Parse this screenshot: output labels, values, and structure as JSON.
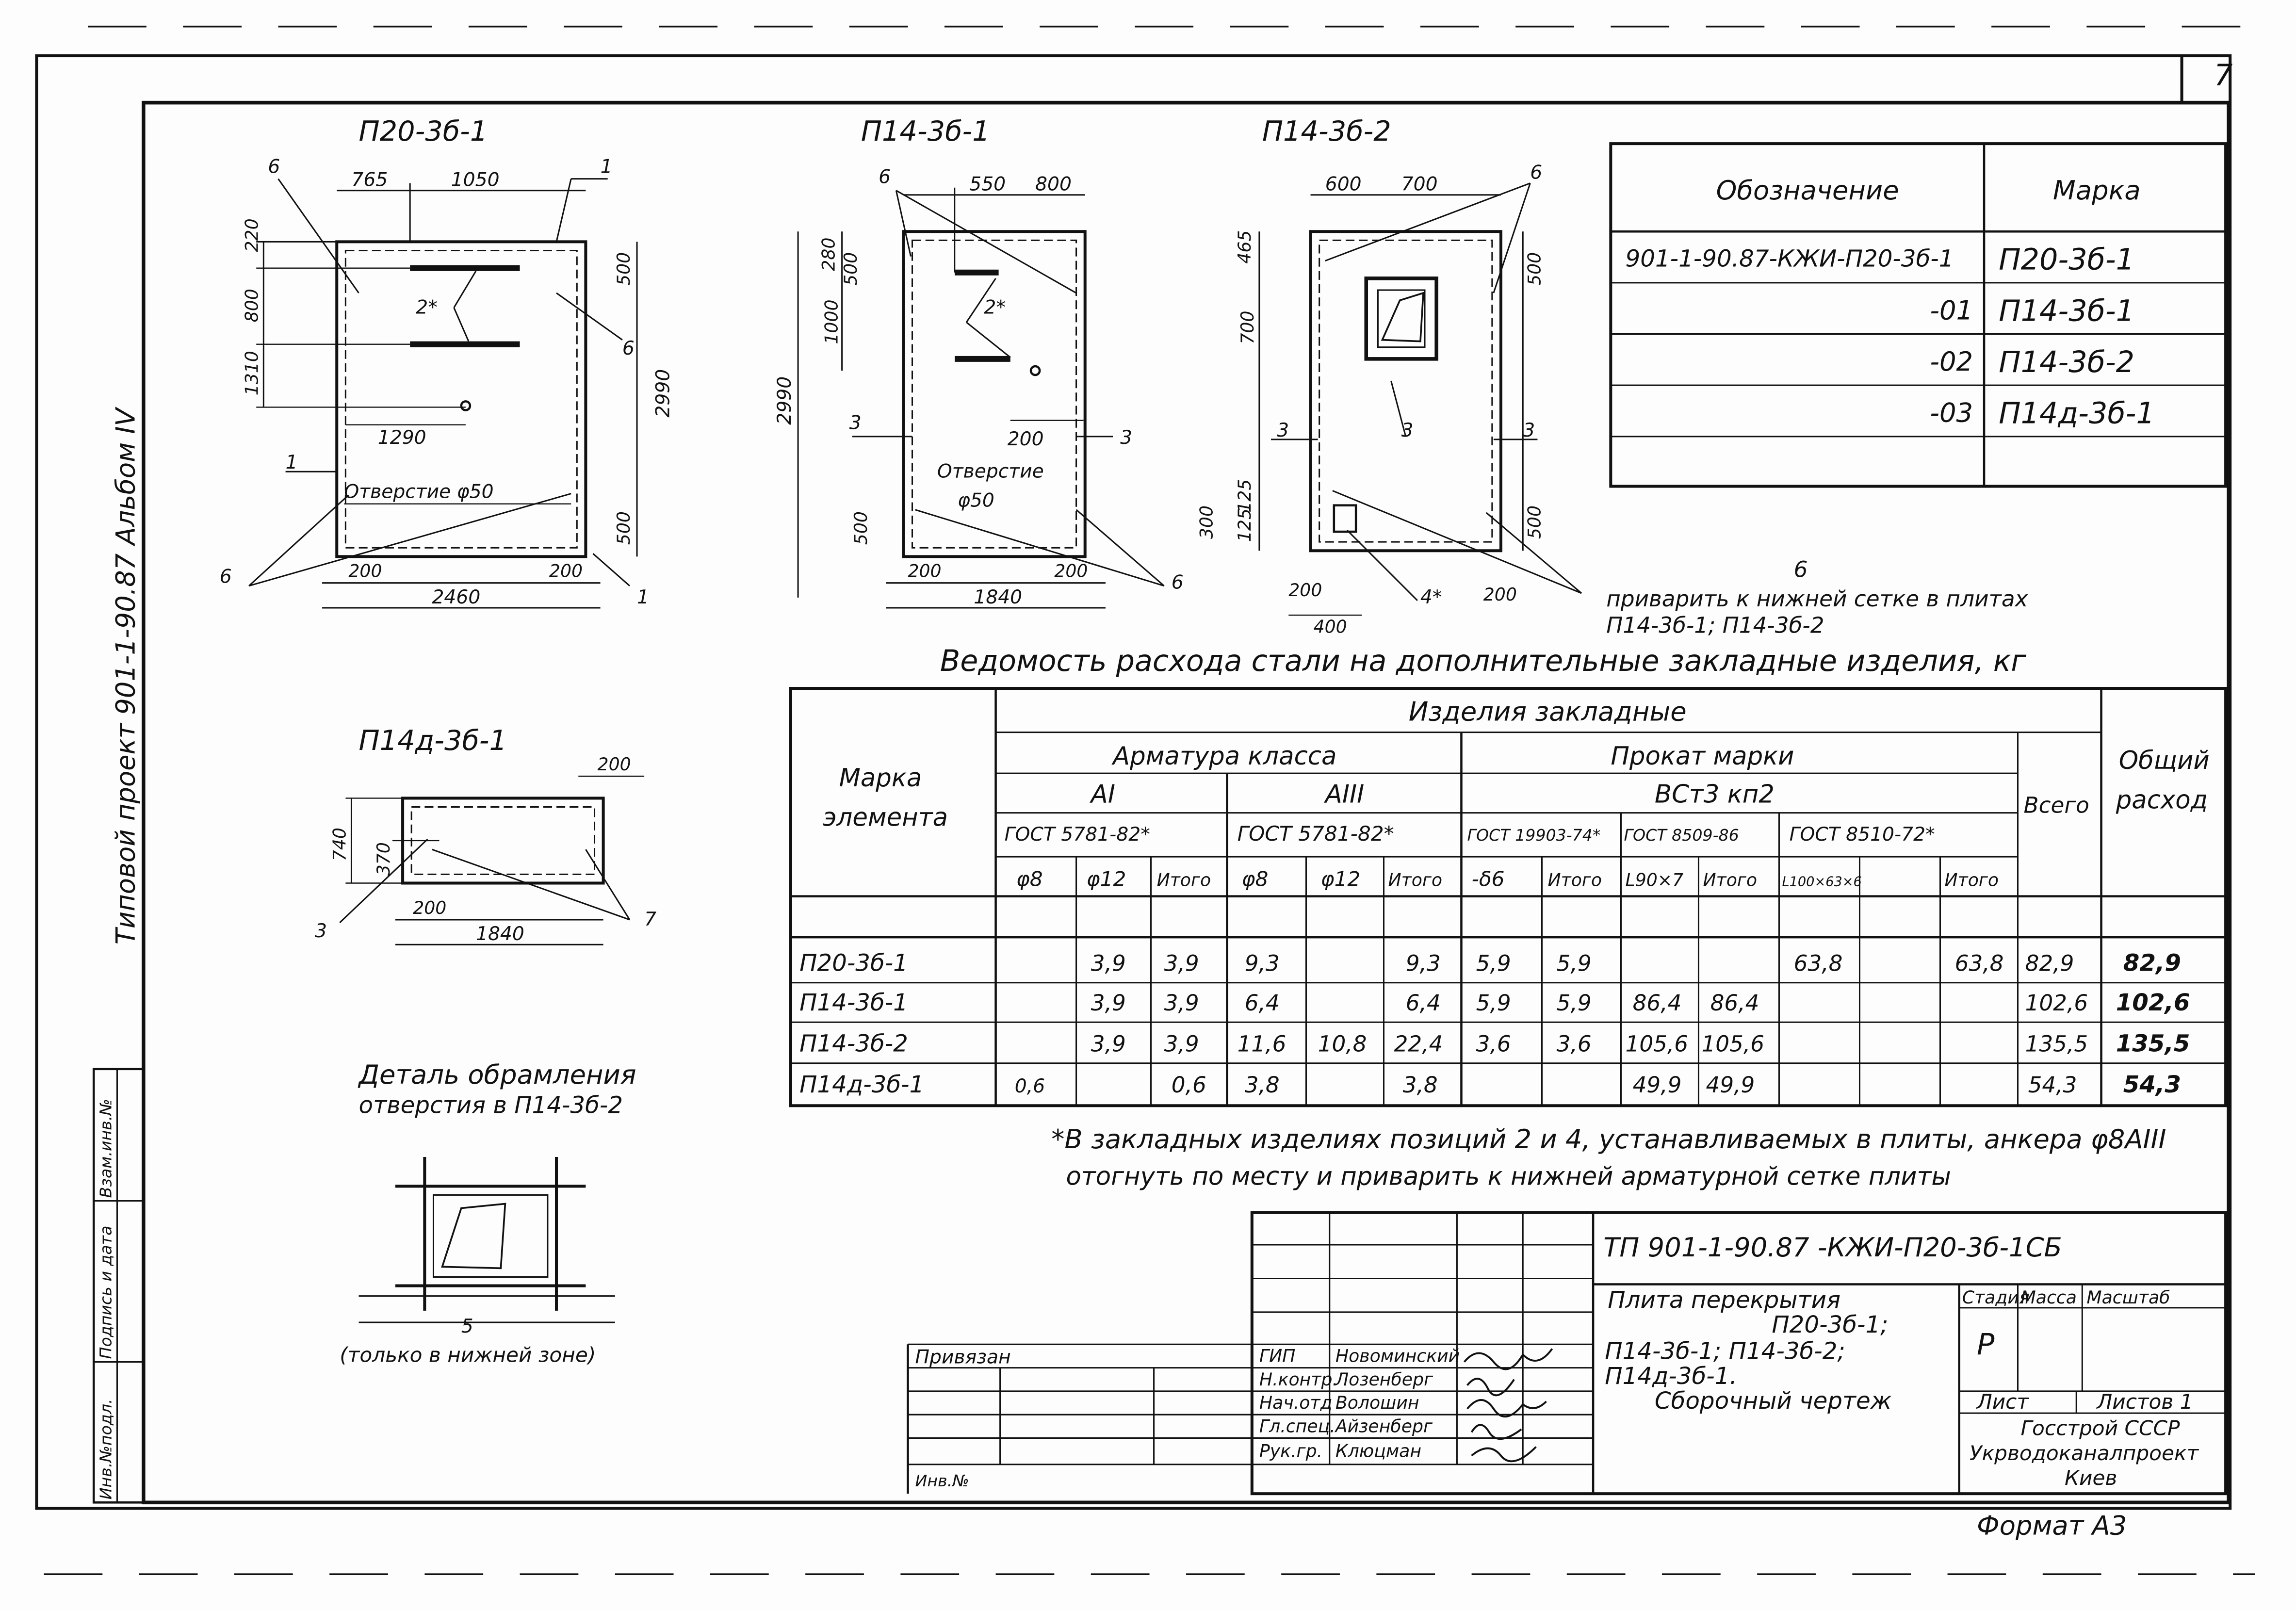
{
  "sheet": {
    "number": "7",
    "project_title": "Типовой проект 901-1-90.87   Альбом IV",
    "format": "Формат А3"
  },
  "stamp": {
    "inv_replace": "Взам.инв.№",
    "sign_date": "Подпись и дата",
    "inv_orig": "Инв.№подл."
  },
  "drawings": [
    {
      "title": "П20-3б-1",
      "dims": [
        "765",
        "1050",
        "220",
        "800",
        "1310",
        "1290",
        "2990",
        "500",
        "500",
        "200",
        "200",
        "2460"
      ],
      "hole": "Отверстие φ50",
      "callouts": [
        "6",
        "1",
        "2*",
        "6",
        "1",
        "6",
        "1"
      ]
    },
    {
      "title": "П14-3б-1",
      "dims": [
        "550",
        "800",
        "280",
        "500",
        "1000",
        "2990",
        "500",
        "200",
        "200",
        "200",
        "1840"
      ],
      "hole1": "Отверстие",
      "hole2": "φ50",
      "callouts": [
        "6",
        "2*",
        "3",
        "3",
        "6"
      ]
    },
    {
      "title": "П14-3б-2",
      "dims": [
        "600",
        "700",
        "465",
        "700",
        "125",
        "300",
        "125",
        "500",
        "500",
        "200",
        "200",
        "400"
      ],
      "callouts": [
        "6",
        "3",
        "3",
        "3",
        "4*"
      ]
    },
    {
      "title": "П14д-3б-1",
      "dims": [
        "740",
        "370",
        "200",
        "200",
        "1840"
      ],
      "callouts": [
        "3",
        "7"
      ]
    }
  ],
  "detail": {
    "title1": "Деталь обрамления",
    "title2": "отверстия в П14-3б-2",
    "callout": "5",
    "note": "(только в нижней зоне)"
  },
  "designation": {
    "header_designation": "Обозначение",
    "header_mark": "Марка",
    "rows": [
      {
        "code": "901-1-90.87-КЖИ-П20-3б-1",
        "mark": "П20-3б-1"
      },
      {
        "code": "-01",
        "mark": "П14-3б-1"
      },
      {
        "code": "-02",
        "mark": "П14-3б-2"
      },
      {
        "code": "-03",
        "mark": "П14д-3б-1"
      }
    ]
  },
  "notes": {
    "weld_number": "6",
    "weld_line1": "приварить к нижней сетке в плитах",
    "weld_line2": "П14-3б-1; П14-3б-2",
    "footnote1": "*В закладных изделиях позиций 2 и 4, устанавливаемых в плиты, анкера φ8АIII",
    "footnote2": "отогнуть по месту и приварить к нижней арматурной сетке плиты"
  },
  "steel": {
    "title": "Ведомость расхода стали на дополнительные закладные изделия, кг",
    "header": {
      "products": "Изделия закладные",
      "rebar_class": "Арматура класса",
      "rolled": "Прокат марки",
      "ai": "АI",
      "aiii": "АIII",
      "grade": "ВСт3 кп2",
      "gost1": "ГОСТ 5781-82*",
      "gost2": "ГОСТ 5781-82*",
      "gost3": "ГОСТ 19903-74*",
      "gost4": "ГОСТ 8509-86",
      "gost5": "ГОСТ 8510-72*",
      "mark1": "Марка",
      "mark2": "элемента",
      "total": "Всего",
      "overall1": "Общий",
      "overall2": "расход"
    },
    "sub": [
      "φ8",
      "φ12",
      "Итого",
      "φ8",
      "φ12",
      "Итого",
      "-δ6",
      "Итого",
      "L90×7",
      "Итого",
      "L100×63×6",
      "Итого"
    ],
    "rows": [
      {
        "mark": "П20-3б-1",
        "ai_12": "3,9",
        "ai_total": "3,9",
        "aiii_8": "9,3",
        "aiii_total": "9,3",
        "p6": "5,9",
        "p6_total": "5,9",
        "p100": "63,8",
        "p100_total": "63,8",
        "total": "82,9",
        "overall": "82,9"
      },
      {
        "mark": "П14-3б-1",
        "ai_12": "3,9",
        "ai_total": "3,9",
        "aiii_8": "6,4",
        "aiii_total": "6,4",
        "p6": "5,9",
        "p6_total": "5,9",
        "p90": "86,4",
        "p90_total": "86,4",
        "total": "102,6",
        "overall": "102,6"
      },
      {
        "mark": "П14-3б-2",
        "ai_12": "3,9",
        "ai_total": "3,9",
        "aiii_8": "11,6",
        "aiii_12": "10,8",
        "aiii_total": "22,4",
        "p6": "3,6",
        "p6_total": "3,6",
        "p90": "105,6",
        "p90_total": "105,6",
        "total": "135,5",
        "overall": "135,5"
      },
      {
        "mark": "П14д-3б-1",
        "ai_8": "0,6",
        "ai_total": "0,6",
        "aiii_8": "3,8",
        "aiii_total": "3,8",
        "p90": "49,9",
        "p90_total": "49,9",
        "total": "54,3",
        "overall": "54,3"
      }
    ]
  },
  "title_block": {
    "code": "ТП 901-1-90.87      -КЖИ-П20-3б-1СБ",
    "name1": "Плита перекрытия",
    "name2": "П20-3б-1;",
    "name3": "П14-3б-1; П14-3б-2;",
    "name4": "П14д-3б-1.",
    "name5": "Сборочный чертеж",
    "stage_label": "Стадия",
    "mass_label": "Масса",
    "scale_label": "Масштаб",
    "stage": "Р",
    "sheet_label": "Лист",
    "sheets_label": "Листов 1",
    "org1": "Госстрой СССР",
    "org2": "Укрводоканалпроект",
    "org3": "Киев",
    "linked": "Привязан",
    "inv": "Инв.№",
    "staff": [
      {
        "role": "ГИП",
        "name": "Новоминский"
      },
      {
        "role": "Н.контр.",
        "name": "Лозенберг"
      },
      {
        "role": "Нач.отд",
        "name": "Волошин"
      },
      {
        "role": "Гл.спец.",
        "name": "Айзенберг"
      },
      {
        "role": "Рук.гр.",
        "name": "Клюцман"
      }
    ]
  }
}
